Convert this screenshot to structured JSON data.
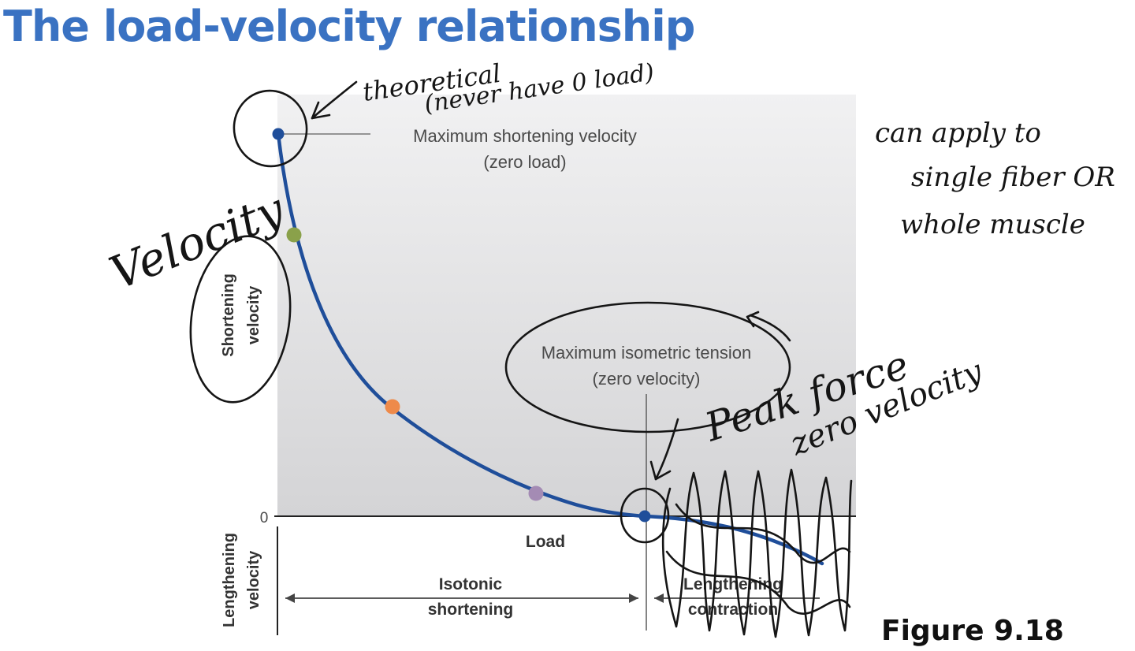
{
  "slide": {
    "title": "The load-velocity relationship",
    "figure": "Figure 9.18"
  },
  "diagram": {
    "y_axis_label_upper_line1": "Shortening",
    "y_axis_label_upper_line2": "velocity",
    "y_axis_label_lower_line1": "Lengthening",
    "y_axis_label_lower_line2": "velocity",
    "zero_tick": "0",
    "x_axis_label": "Load",
    "max_velocity_line1": "Maximum shortening velocity",
    "max_velocity_line2": "(zero load)",
    "max_tension_line1": "Maximum isometric tension",
    "max_tension_line2": "(zero velocity)",
    "isotonic_line1": "Isotonic",
    "isotonic_line2": "shortening",
    "lengthening_line1": "Lengthening",
    "lengthening_line2": "contraction",
    "colors": {
      "curve": "#1f4e9a",
      "point_green": "#8aa14a",
      "point_orange": "#ee8a4a",
      "point_purple": "#a48bb4",
      "point_blue": "#1f4e9a"
    }
  },
  "annotations": {
    "theoretical_line1": "theoretical",
    "theoretical_line2": "(never have 0 load)",
    "velocity": "Velocity",
    "note_line1": "can apply to",
    "note_line2": "single fiber OR",
    "note_line3": "whole muscle",
    "peak_force": "Peak force",
    "zero_velocity": "zero velocity"
  }
}
